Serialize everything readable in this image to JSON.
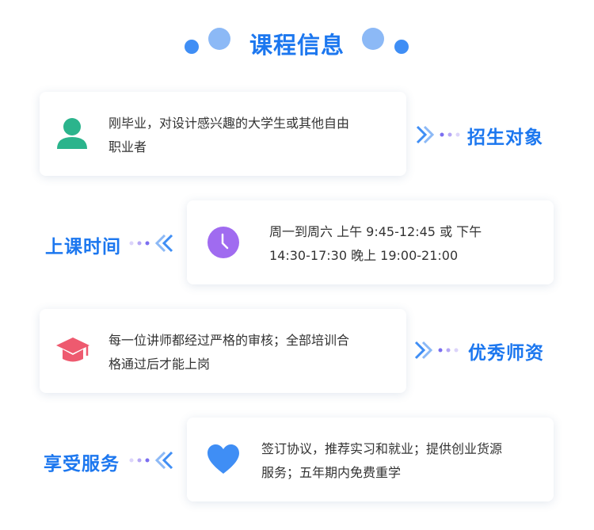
{
  "header": {
    "title": "课程信息"
  },
  "sections": [
    {
      "tag": "招生对象",
      "icon": "user-icon",
      "line1": "刚毕业，对设计感兴趣的大学生或其他自由",
      "line2": "职业者"
    },
    {
      "tag": "上课时间",
      "icon": "clock-icon",
      "line1": "周一到周六  上午 9:45-12:45 或  下午",
      "line2": "14:30-17:30  晚上  19:00-21:00"
    },
    {
      "tag": "优秀师资",
      "icon": "graduation-cap-icon",
      "line1": "每一位讲师都经过严格的审核；全部培训合",
      "line2": "格通过后才能上岗"
    },
    {
      "tag": "享受服务",
      "icon": "heart-icon",
      "line1": "签订协议，推荐实习和就业；提供创业货源",
      "line2": "服务；五年期内免费重学"
    }
  ],
  "colors": {
    "title": "#1c77ef",
    "accent_dark": "#3f8ef5",
    "accent_light": "#8cb9f6",
    "user_icon": "#2bb48c",
    "clock_icon": "#a06bf0",
    "cap_icon": "#ee5a6f",
    "heart_icon": "#3f8ef5"
  }
}
